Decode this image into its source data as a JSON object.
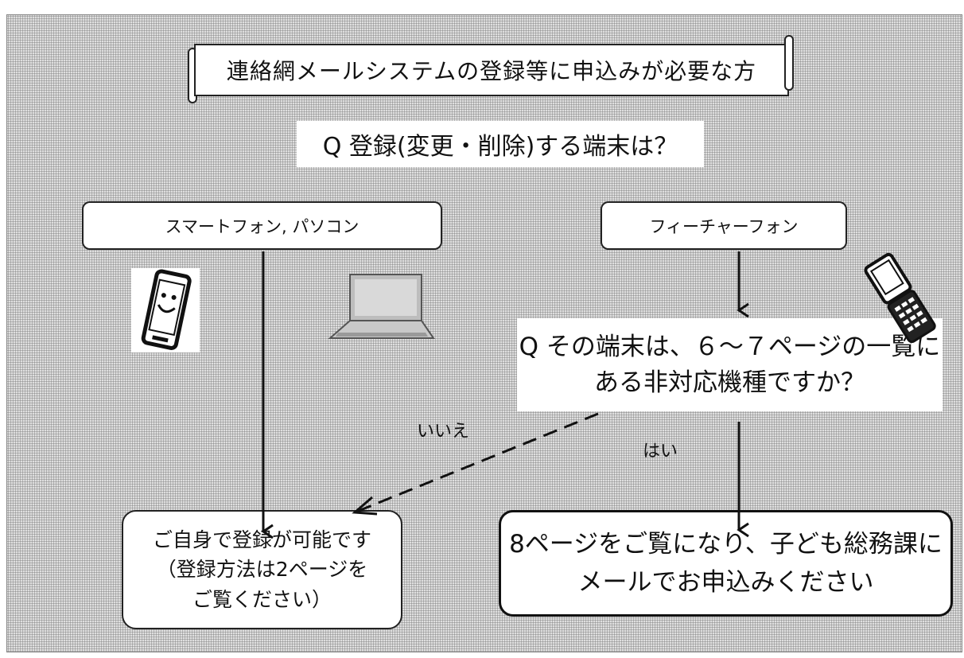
{
  "title": "連絡網メールシステムの登録等に申込みが必要な方",
  "question1": "Q  登録(変更・削除)する端末は？",
  "option_smartphone_pc": "スマートフォン, パソコン",
  "option_featurephone": "フィーチャーフォン",
  "question2": {
    "line1": "Q  その端末は、６～７ページの一覧に",
    "line2": "ある非対応機種ですか？"
  },
  "edge_no": "いいえ",
  "edge_yes": "はい",
  "result_self": {
    "line1": "ご自身で登録が可能です",
    "line2": "（登録方法は2ページを",
    "line3": "ご覧ください）"
  },
  "result_apply": {
    "line1": "8ページをご覧になり、子ども総務課に",
    "line2": "メールでお申込みください"
  },
  "icons": [
    "smartphone-icon",
    "laptop-icon",
    "flip-phone-icon"
  ]
}
